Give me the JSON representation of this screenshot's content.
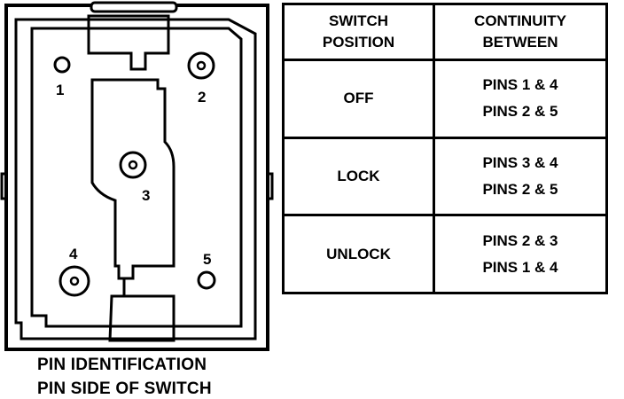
{
  "caption": {
    "line1": "PIN IDENTIFICATION",
    "line2": "PIN SIDE OF SWITCH"
  },
  "pins": [
    "1",
    "2",
    "3",
    "4",
    "5"
  ],
  "table": {
    "headers": [
      [
        "SWITCH",
        "POSITION"
      ],
      [
        "CONTINUITY",
        "BETWEEN"
      ]
    ],
    "rows": [
      {
        "position": "OFF",
        "continuity": [
          "PINS 1 & 4",
          "PINS 2 & 5"
        ]
      },
      {
        "position": "LOCK",
        "continuity": [
          "PINS 3 & 4",
          "PINS 2 & 5"
        ]
      },
      {
        "position": "UNLOCK",
        "continuity": [
          "PINS 2 & 3",
          "PINS 1 & 4"
        ]
      }
    ]
  }
}
